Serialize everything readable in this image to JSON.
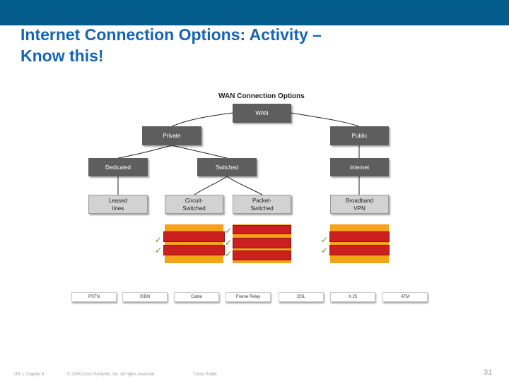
{
  "slide": {
    "title_line1": "Internet Connection Options: Activity –",
    "title_line2": "Know this!"
  },
  "diagram": {
    "heading": "WAN Connection Options",
    "nodes": {
      "wan": "WAN",
      "private": "Private",
      "public": "Public",
      "dedicated": "Dedicated",
      "switched": "Switched",
      "internet": "Internet",
      "leased_line1": "Leased",
      "leased_line2": "lines",
      "circuit_line1": "Circuit-",
      "circuit_line2": "Switched",
      "packet_line1": "Packet-",
      "packet_line2": "Switched",
      "broadband_line1": "Broadband",
      "broadband_line2": "VPN"
    },
    "check_glyph": "✓",
    "options": [
      "PSTN",
      "ISDN",
      "Cable",
      "Frame Relay",
      "DSL",
      "X.25",
      "ATM"
    ]
  },
  "footer": {
    "course": "ITE 1 Chapter 6",
    "copyright": "© 2006 Cisco Systems, Inc. All rights reserved.",
    "classification": "Cisco Public",
    "page_number": "31"
  },
  "colors": {
    "top_bar": "#045c8c",
    "title": "#1664b4",
    "dark_node": "#5e5e5e",
    "light_node": "#d2d2d2",
    "answer_box": "#f5a31a",
    "answer_bar": "#cc1f1f",
    "check": "#5aa02c"
  }
}
